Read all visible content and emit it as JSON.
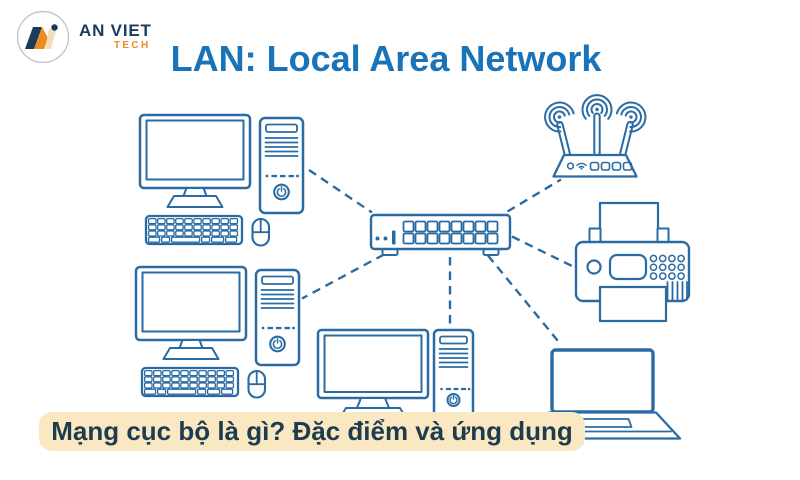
{
  "brand": {
    "name": "AN VIET",
    "sub": "TECH",
    "navy": "#1c3a5c",
    "orange": "#ec8b21",
    "cream": "#f0dfb9"
  },
  "header": {
    "title": "LAN: Local Area Network",
    "color": "#1973b8"
  },
  "banner": {
    "text": "Mạng cục bộ là gì? Đặc điểm và ứng dụng",
    "bg": "#fae8c2",
    "color": "#1d3c50"
  },
  "diagram": {
    "stroke": "#2a6ba4",
    "devices": [
      "desktop-computer-1",
      "desktop-computer-2",
      "desktop-computer-3",
      "network-switch",
      "wireless-router",
      "printer",
      "laptop"
    ],
    "connections": [
      {
        "from": "desktop-computer-1",
        "to": "network-switch"
      },
      {
        "from": "wireless-router",
        "to": "network-switch"
      },
      {
        "from": "printer",
        "to": "network-switch"
      },
      {
        "from": "laptop",
        "to": "network-switch"
      },
      {
        "from": "desktop-computer-3",
        "to": "network-switch"
      },
      {
        "from": "desktop-computer-2",
        "to": "network-switch"
      }
    ]
  }
}
